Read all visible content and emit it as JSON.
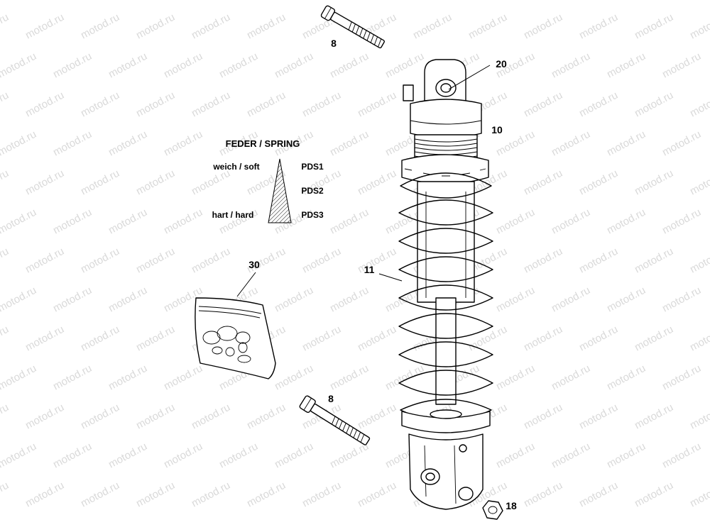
{
  "watermark": "motod.ru",
  "legend": {
    "title": "FEDER / SPRING",
    "soft_label": "weich / soft",
    "hard_label": "hart / hard",
    "grades": [
      "PDS1",
      "PDS2",
      "PDS3"
    ]
  },
  "callouts": {
    "bolt_top": "8",
    "bushing_top": "20",
    "shock_body": "10",
    "spring": "11",
    "seal_kit": "30",
    "bolt_bottom": "8",
    "nut": "18"
  }
}
